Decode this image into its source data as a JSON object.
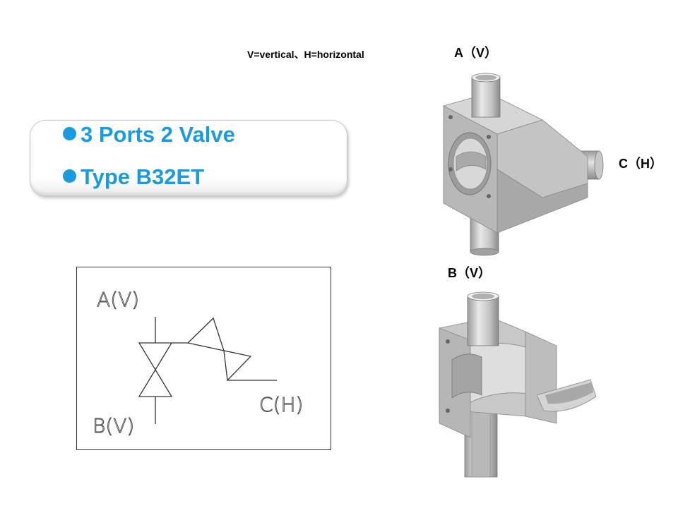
{
  "legend": "V=vertical、H=horizontal",
  "ports": {
    "top_a": "A（V）",
    "right_c": "C（H）",
    "mid_b": "B（V）"
  },
  "title": {
    "line1": "3 Ports 2 Valve",
    "line2": "Type B32ET"
  },
  "symbol": {
    "label_a": "A(V)",
    "label_b": "B(V)",
    "label_c": "C(H)"
  },
  "colors": {
    "accent": "#1a9ae0",
    "body_light": "#d2d2d2",
    "body_mid": "#b4b4b4",
    "body_dark": "#8e8e8e"
  }
}
